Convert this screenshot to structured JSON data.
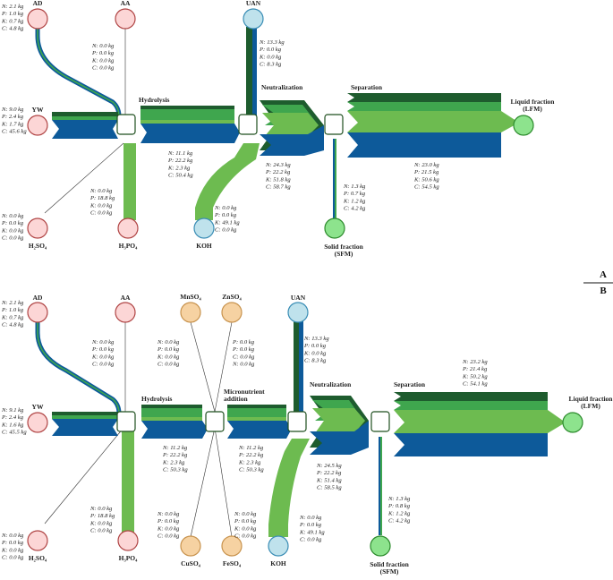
{
  "colors": {
    "N": "#1e5c2e",
    "P": "#3fa64e",
    "K": "#6dbb50",
    "C": "#0d5a9a",
    "pink_fill": "#fcd6d6",
    "pink_stroke": "#b04545",
    "blue_fill": "#bfe2ec",
    "blue_stroke": "#3a8db5",
    "green_fill": "#8de38d",
    "green_stroke": "#2c8a2c",
    "orange_fill": "#f6d2a2",
    "orange_stroke": "#c8934e"
  },
  "panel_a": {
    "label": "A",
    "nodes": {
      "AD": "AD",
      "AA": "AA",
      "UAN": "UAN",
      "YW": "YW",
      "H2SO4": "H₂SO₄",
      "H3PO4": "H₃PO₄",
      "KOH": "KOH",
      "liquid_1": "Liquid fraction",
      "liquid_2": "(LFM)",
      "solid_1": "Solid fraction",
      "solid_2": "(SFM)"
    },
    "stages": {
      "hydrolysis": "Hydrolysis",
      "neutralization": "Neutralization",
      "separation": "Separation"
    },
    "values": {
      "AD": [
        "N: 2.1 kg",
        "P: 1.0 kg",
        "K: 0.7 kg",
        "C: 4.8 kg"
      ],
      "AA": [
        "N: 0.0 kg",
        "P: 0.0 kg",
        "K: 0.0 kg",
        "C: 0.0 kg"
      ],
      "UAN": [
        "N: 13.3 kg",
        "P: 0.0 kg",
        "K: 0.0 kg",
        "C: 8.3 kg"
      ],
      "YW": [
        "N: 9.0 kg",
        "P: 2.4 kg",
        "K: 1.7 kg",
        "C: 45.6 kg"
      ],
      "hydrolysis": [
        "N: 11.1 kg",
        "P: 22.2 kg",
        "K: 2.3 kg",
        "C: 50.4 kg"
      ],
      "neutralization": [
        "N: 24.3 kg",
        "P: 22.2 kg",
        "K: 51.8 kg",
        "C: 58.7 kg"
      ],
      "liquid": [
        "N: 23.0 kg",
        "P: 21.5 kg",
        "K: 50.6 kg",
        "C: 54.5 kg"
      ],
      "solid": [
        "N: 1.3 kg",
        "P: 0.7 kg",
        "K: 1.2 kg",
        "C: 4.2 kg"
      ],
      "KOH": [
        "N: 0.0 kg",
        "P: 0.0 kg",
        "K: 49.1 kg",
        "C: 0.0 kg"
      ],
      "H3PO4": [
        "N: 0.0 kg",
        "P: 18.8 kg",
        "K: 0.0 kg",
        "C: 0.0 kg"
      ],
      "H2SO4": [
        "N: 0.0 kg",
        "P: 0.0 kg",
        "K: 0.0 kg",
        "C: 0.0 kg"
      ]
    }
  },
  "panel_b": {
    "label": "B",
    "nodes": {
      "AD": "AD",
      "AA": "AA",
      "MnSO4": "MnSO₄",
      "ZnSO4": "ZnSO₄",
      "UAN": "UAN",
      "YW": "YW",
      "H2SO4": "H₂SO₄",
      "H3PO4": "H₃PO₄",
      "CuSO4": "CuSO₄",
      "FeSO4": "FeSO₄",
      "KOH": "KOH",
      "liquid_1": "Liquid fraction",
      "liquid_2": "(LFM)",
      "solid_1": "Solid fraction",
      "solid_2": "(SFM)"
    },
    "stages": {
      "hydrolysis": "Hydrolysis",
      "micro_1": "Micronutrient",
      "micro_2": "addition",
      "neutralization": "Neutralization",
      "separation": "Separation"
    },
    "values": {
      "AD": [
        "N: 2.1 kg",
        "P: 1.0 kg",
        "K: 0.7 kg",
        "C: 4.8 kg"
      ],
      "AA": [
        "N: 0.0 kg",
        "P: 0.0 kg",
        "K: 0.0 kg",
        "C: 0.0 kg"
      ],
      "MnSO4": [
        "N: 0.0 kg",
        "P: 0.0 kg",
        "K: 0.0 kg",
        "C: 0.0 kg"
      ],
      "ZnSO4": [
        "P: 0.0 kg",
        "P: 0.0 kg",
        "C: 0.0 kg",
        "N: 0.0 kg"
      ],
      "UAN": [
        "N: 13.3 kg",
        "P: 0.0 kg",
        "K: 0.0 kg",
        "C: 8.3 kg"
      ],
      "YW": [
        "N: 9.1 kg",
        "P: 2.4 kg",
        "K: 1.6 kg",
        "C: 45.5 kg"
      ],
      "hydrolysis": [
        "N: 11.2 kg",
        "P: 22.2 kg",
        "K: 2.3 kg",
        "C: 50.3 kg"
      ],
      "micro": [
        "N: 11.2 kg",
        "P: 22.2 kg",
        "K: 2.3 kg",
        "C: 50.3 kg"
      ],
      "neutralization": [
        "N: 24.5 kg",
        "P: 22.2 kg",
        "K: 51.4 kg",
        "C: 58.5 kg"
      ],
      "liquid": [
        "N: 23.2 kg",
        "P: 21.4 kg",
        "K: 50.2 kg",
        "C: 54.1 kg"
      ],
      "solid": [
        "N: 1.3 kg",
        "P: 0.8 kg",
        "K: 1.2 kg",
        "C: 4.2 kg"
      ],
      "KOH": [
        "N: 0.0 kg",
        "P: 0.0 kg",
        "K: 49.1 kg",
        "C: 0.0 kg"
      ],
      "H3PO4": [
        "N: 0.0 kg",
        "P: 18.8 kg",
        "K: 0.0 kg",
        "C: 0.0 kg"
      ],
      "H2SO4": [
        "N: 0.0 kg",
        "P: 0.0 kg",
        "K: 0.0 kg",
        "C: 0.0 kg"
      ],
      "CuSO4": [
        "N: 0.0 kg",
        "P: 0.0 kg",
        "K: 0.0 kg",
        "C: 0.0 kg"
      ],
      "FeSO4": [
        "N: 0.0 kg",
        "P: 0.0 kg",
        "K: 0.0 kg",
        "C: 0.0 kg"
      ]
    }
  }
}
